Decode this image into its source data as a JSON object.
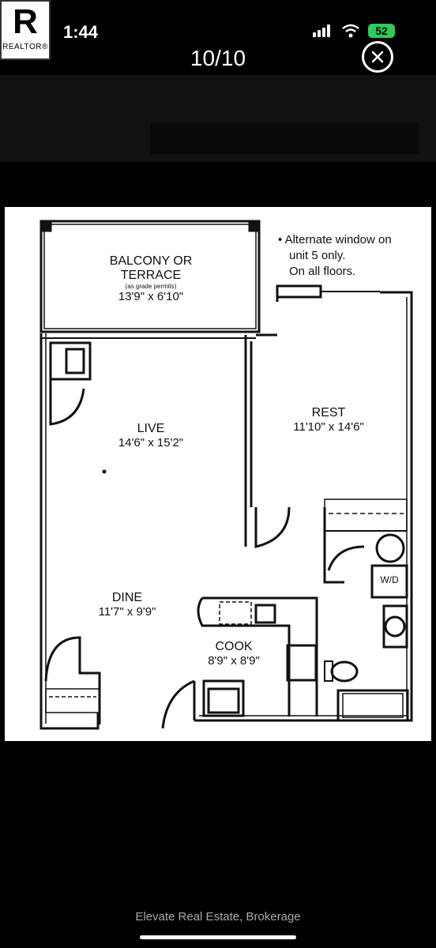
{
  "status": {
    "time": "1:44",
    "battery": "52",
    "logo_big": "R",
    "logo_small": "REALTOR®"
  },
  "viewer": {
    "counter": "10/10"
  },
  "plan": {
    "note_lines": [
      "• Alternate window on",
      "unit 5 only.",
      "On all floors."
    ],
    "rooms": {
      "balcony_line1": "BALCONY OR",
      "balcony_line2": "TERRACE",
      "balcony_note": "(as grade permits)",
      "balcony_dims": "13'9\" x 6'10\"",
      "live": "LIVE",
      "live_dims": "14'6\" x 15'2\"",
      "rest": "REST",
      "rest_dims": "11'10\" x 14'6\"",
      "dine": "DINE",
      "dine_dims": "11'7\" x 9'9\"",
      "cook": "COOK",
      "cook_dims": "8'9\" x 8'9\"",
      "wd": "W/D"
    }
  },
  "footer": {
    "brokerage": "Elevate Real Estate, Brokerage"
  }
}
